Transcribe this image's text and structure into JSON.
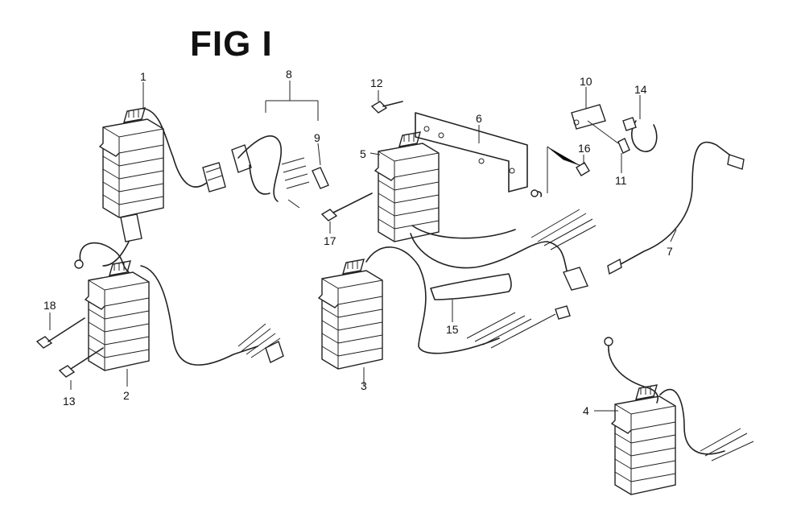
{
  "figure": {
    "title": "FIG I"
  },
  "callouts": {
    "c1": "1",
    "c2": "2",
    "c3": "3",
    "c4": "4",
    "c5": "5",
    "c6": "6",
    "c7": "7",
    "c8": "8",
    "c9": "9",
    "c10": "10",
    "c11": "11",
    "c12": "12",
    "c13": "13",
    "c14": "14",
    "c15": "15",
    "c16": "16",
    "c17": "17",
    "c18": "18"
  }
}
